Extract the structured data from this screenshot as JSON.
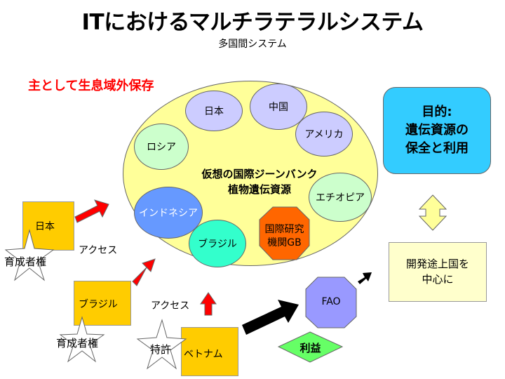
{
  "title": "ITにおけるマルチラテラルシステム",
  "subtitle": "多国間システム",
  "note": "主として生息域外保存",
  "bank": {
    "line1": "仮想の国際ジーンバンク",
    "line2": "植物遺伝資源"
  },
  "countries": {
    "japan": "日本",
    "china": "中国",
    "america": "アメリカ",
    "russia": "ロシア",
    "ethiopia": "エチオピア",
    "indonesia": "インドネシア",
    "brazil": "ブラジル"
  },
  "institute": {
    "line1": "国際研究",
    "line2": "機関GB"
  },
  "purpose": {
    "line1": "目的:",
    "line2": "遺伝資源の",
    "line3": "保全と利用"
  },
  "developing": {
    "line1": "開発途上国を",
    "line2": "中心に"
  },
  "boxes": {
    "japan": "日本",
    "brazil": "ブラジル",
    "vietnam": "ベトナム"
  },
  "access_1": "アクセス",
  "access_2": "アクセス",
  "breeders_rights_1": "育成者権",
  "breeders_rights_2": "育成者権",
  "patent": "特許",
  "fao": "FAO",
  "benefit": "利益",
  "colors": {
    "note": "#ff0000",
    "gene_bank": "#ffff99",
    "purpose": "#33ccff",
    "orange_box": "#ffcc00",
    "institute": "#ff6600",
    "fao": "#9999ff",
    "benefit": "#66ff66",
    "access_arrow": "#ff0000",
    "flow_arrow": "#000000",
    "double_arrow": "#ffff99"
  }
}
